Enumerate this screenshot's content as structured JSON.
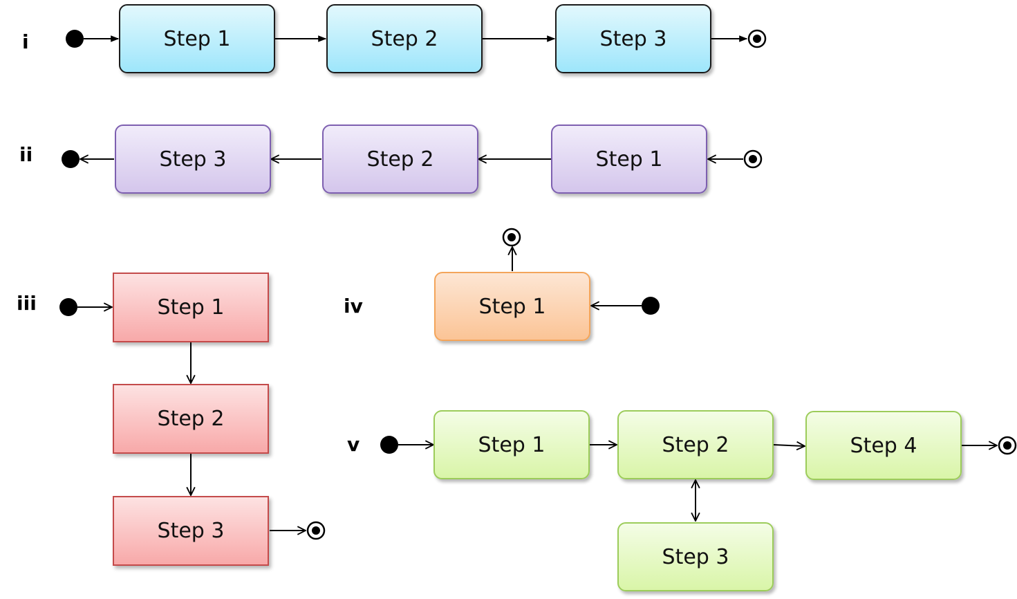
{
  "groups": {
    "i": {
      "label": "i",
      "steps": [
        "Step 1",
        "Step 2",
        "Step 3"
      ]
    },
    "ii": {
      "label": "ii",
      "steps": [
        "Step 3",
        "Step 2",
        "Step 1"
      ]
    },
    "iii": {
      "label": "iii",
      "steps": [
        "Step 1",
        "Step 2",
        "Step 3"
      ]
    },
    "iv": {
      "label": "iv",
      "steps": [
        "Step 1"
      ]
    },
    "v": {
      "label": "v",
      "steps": [
        "Step 1",
        "Step 2",
        "Step 4",
        "Step 3"
      ]
    }
  },
  "colors": {
    "cyan": "#9ee6fb",
    "purple": "#d4c6ec",
    "red": "#f8a9a9",
    "orange": "#fbc496",
    "green": "#d9f5a8"
  },
  "icons": {
    "start": "filled-circle-icon",
    "end": "bullseye-icon"
  }
}
